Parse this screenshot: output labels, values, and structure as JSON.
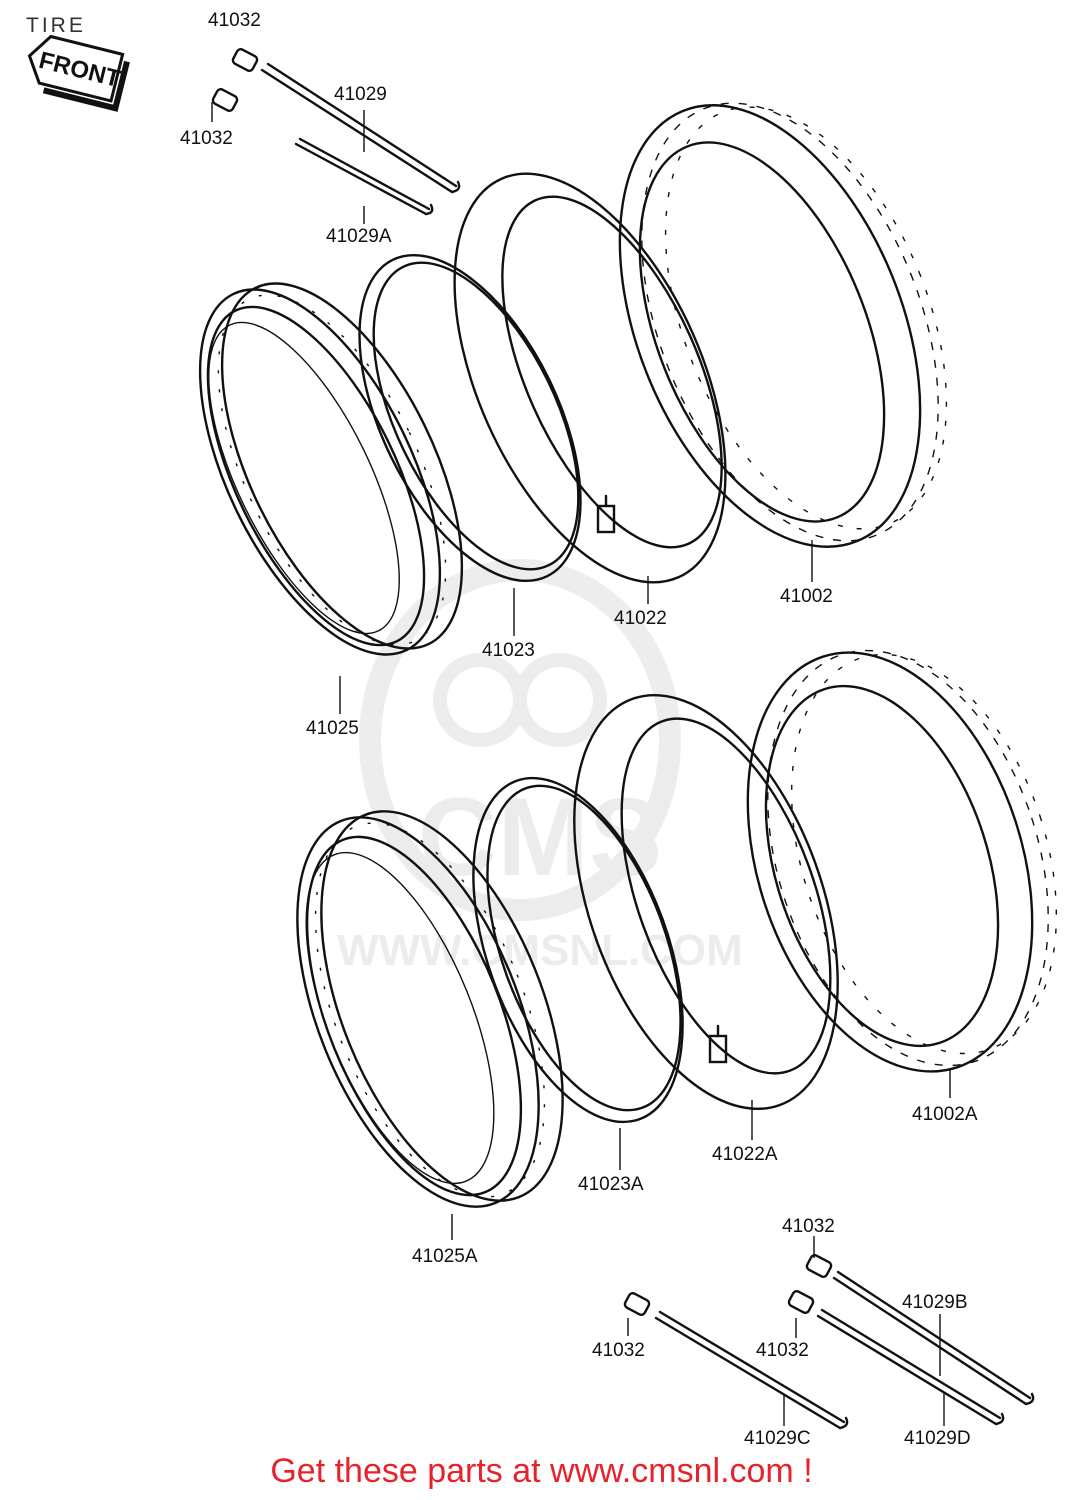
{
  "header": {
    "title": "TIRE"
  },
  "front_badge": {
    "label": "FRONT"
  },
  "watermark": {
    "text": "WWW.CMSNL.COM"
  },
  "labels": {
    "p41032_top": "41032",
    "p41032_top2": "41032",
    "p41029": "41029",
    "p41029A": "41029A",
    "p41025": "41025",
    "p41023": "41023",
    "p41022": "41022",
    "p41002": "41002",
    "p41025A": "41025A",
    "p41023A": "41023A",
    "p41022A": "41022A",
    "p41002A": "41002A",
    "p41032_br1": "41032",
    "p41032_br2": "41032",
    "p41032_br3": "41032",
    "p41029B": "41029B",
    "p41029C": "41029C",
    "p41029D": "41029D"
  },
  "footer": {
    "link_text": "Get these parts at www.cmsnl.com !",
    "link_color": "#e8222a"
  }
}
